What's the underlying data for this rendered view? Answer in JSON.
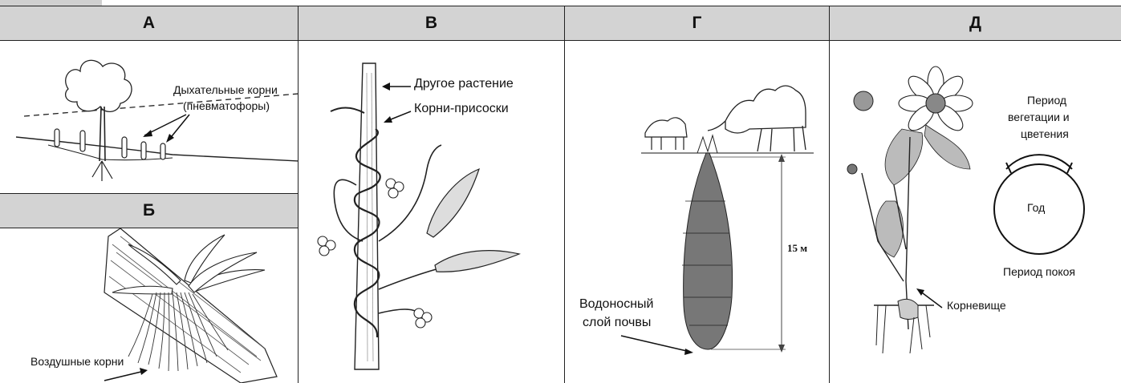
{
  "panels": {
    "a": {
      "header": "А",
      "label_breathing": "Дыхательные корни",
      "label_pneumato": "(пневматофоры)"
    },
    "b": {
      "header": "Б",
      "label_aerial": "Воздушные корни"
    },
    "v": {
      "header": "В",
      "label_other_plant": "Другое растение",
      "label_suckers": "Корни-присоски"
    },
    "g": {
      "header": "Г",
      "label_depth": "15 м",
      "label_aquifer_1": "Водоносный",
      "label_aquifer_2": "слой почвы"
    },
    "d": {
      "header": "Д",
      "label_period_1": "Период",
      "label_period_2": "вегетации и",
      "label_period_3": "цветения",
      "label_year": "Год",
      "label_rest": "Период покоя",
      "label_rhizome": "Корневище"
    }
  }
}
